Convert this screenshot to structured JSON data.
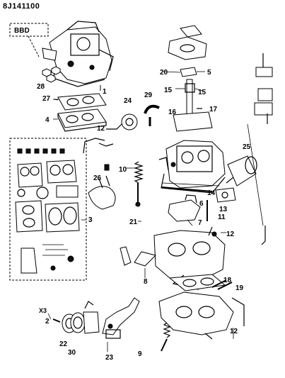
{
  "diagram_code": "8J141100",
  "variant_tag": "BBD",
  "multiplier": "X3",
  "callouts": [
    "1",
    "2",
    "3",
    "4",
    "5",
    "6",
    "7",
    "8",
    "9",
    "10",
    "11",
    "12",
    "13",
    "14",
    "15",
    "16",
    "17",
    "18",
    "19",
    "20",
    "21",
    "22",
    "23",
    "24",
    "25",
    "26",
    "27",
    "28",
    "29",
    "30"
  ]
}
